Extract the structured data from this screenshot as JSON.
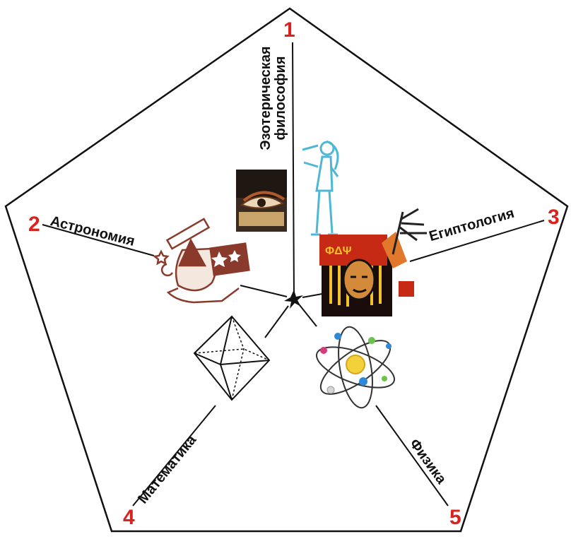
{
  "vertices": {
    "v1": {
      "number": "1",
      "label_line1": "Эзотерическая",
      "label_line2": "философия"
    },
    "v2": {
      "number": "2",
      "label": "Астрономия"
    },
    "v3": {
      "number": "3",
      "label": "Египтология"
    },
    "v4": {
      "number": "4",
      "label": "Математика"
    },
    "v5": {
      "number": "5",
      "label": "Физика"
    }
  },
  "illustrations": [
    "eye-of-horus-image",
    "egyptian-god-figure-image",
    "astronomer-wizard-telescope-image",
    "egyptian-pharaoh-collage-image",
    "octahedron-wireframe-image",
    "atom-model-image"
  ],
  "colors": {
    "numbers": "#d8231f",
    "lines": "#111111",
    "egyptian_figure": "#4fb7d6",
    "astronomer": "#8a3a2b"
  }
}
